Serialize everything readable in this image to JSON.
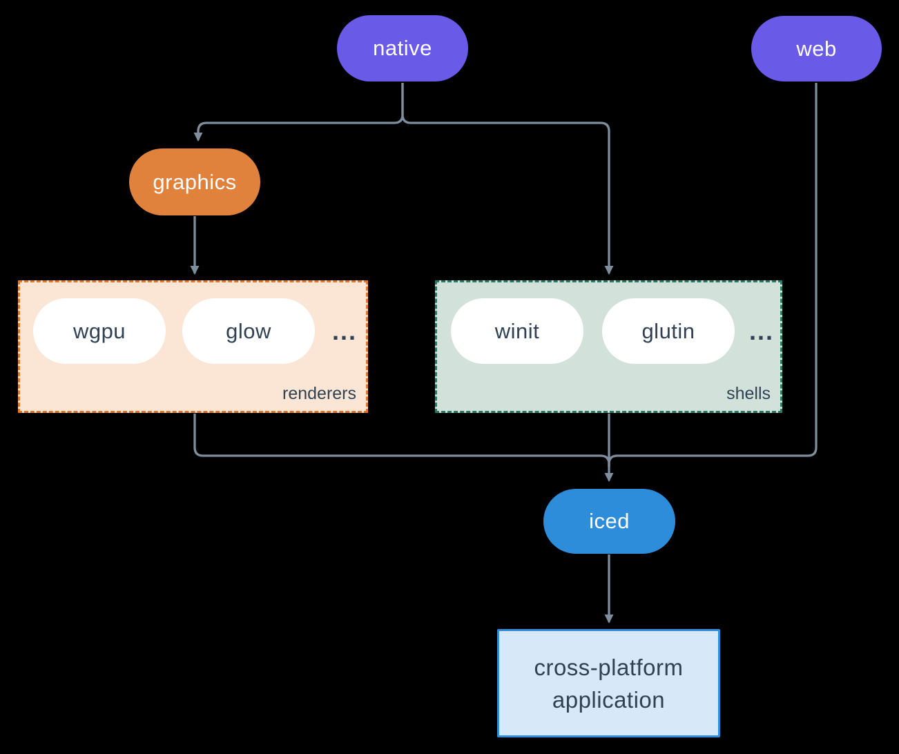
{
  "nodes": {
    "native": {
      "label": "native"
    },
    "web": {
      "label": "web"
    },
    "graphics": {
      "label": "graphics"
    },
    "iced": {
      "label": "iced"
    },
    "application": {
      "lines": [
        "cross-platform",
        "application"
      ]
    }
  },
  "groups": {
    "renderers": {
      "label": "renderers",
      "items": [
        "wgpu",
        "glow"
      ],
      "more": "..."
    },
    "shells": {
      "label": "shells",
      "items": [
        "winit",
        "glutin"
      ],
      "more": "..."
    }
  },
  "colors": {
    "bg": "#000000",
    "edge": "#7f8e9c",
    "node-purple": "#6a5ae8",
    "node-orange": "#e0813c",
    "node-blue": "#2e8ddb",
    "pill-bg": "#ffffff",
    "node-text": "#ffffff",
    "dark-text": "#2f4152",
    "renderers-bg": "#fbe5d5",
    "renderers-border": "#e0772e",
    "shells-bg": "#d3e1db",
    "shells-border": "#2b7a68",
    "app-bg": "#d7e9f8",
    "app-border": "#2f8ddb"
  }
}
